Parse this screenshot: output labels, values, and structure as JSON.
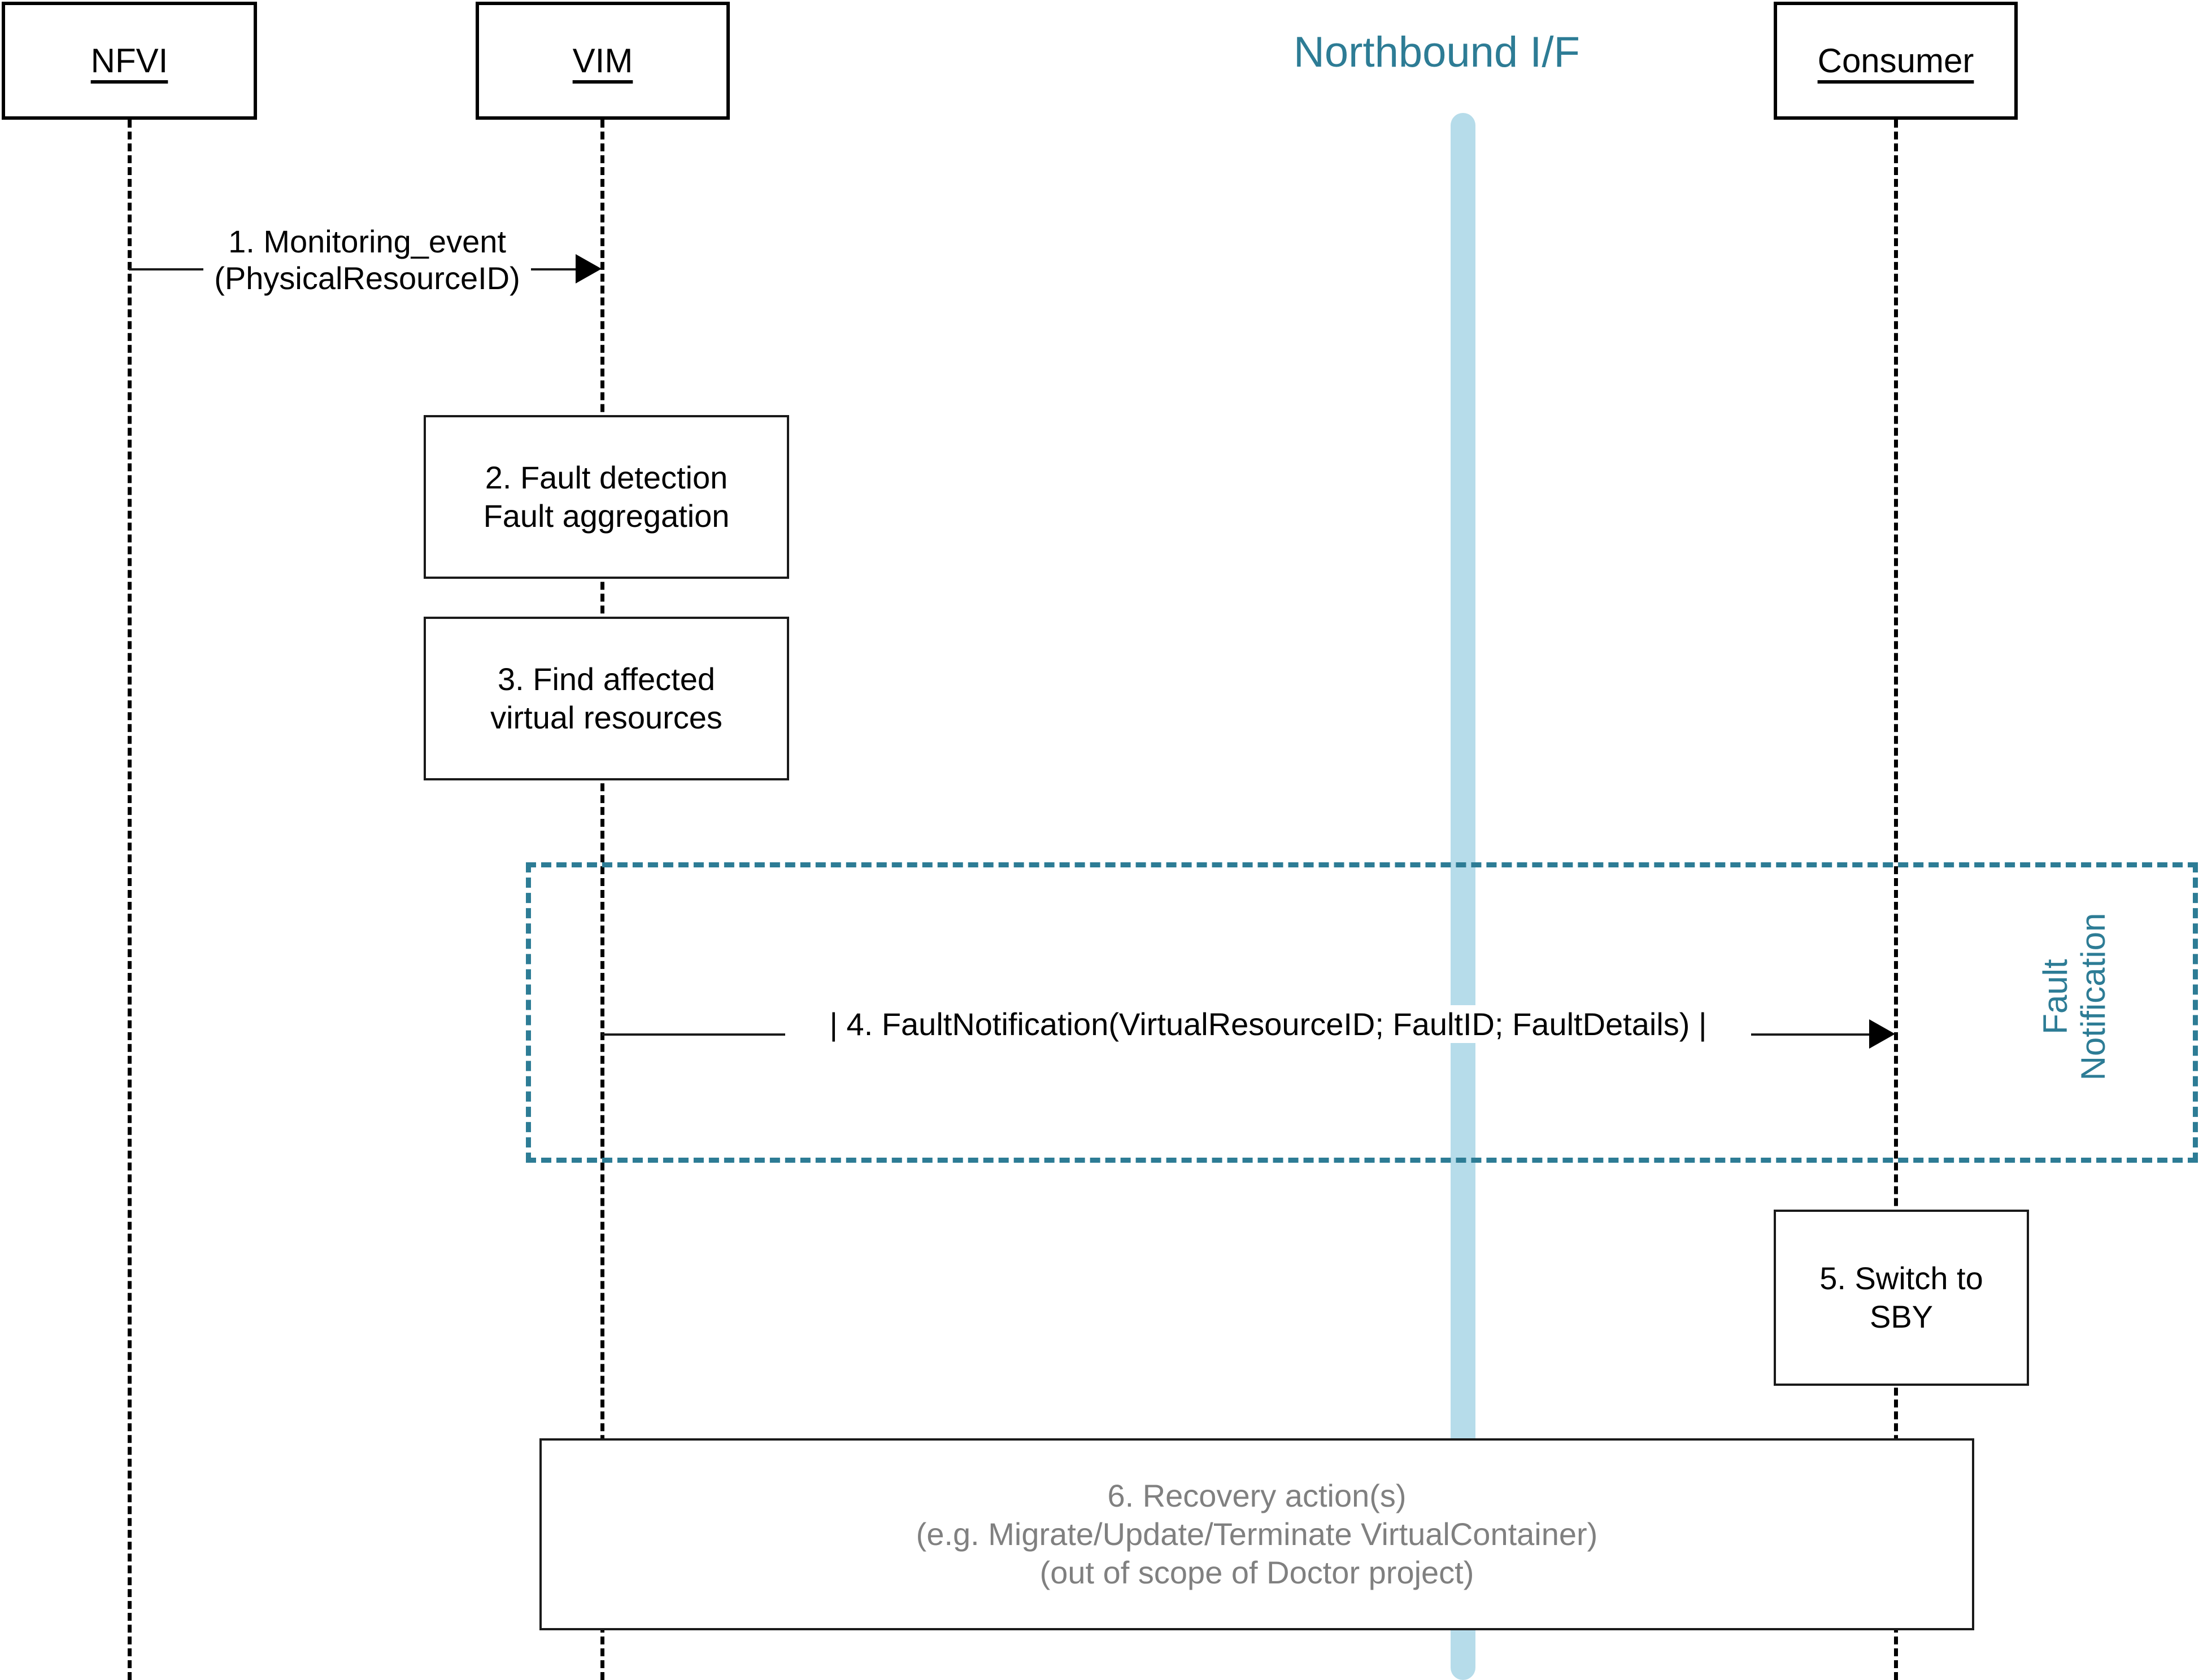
{
  "diagram": {
    "title": "Doctor fault management sequence",
    "accent_teal": "#2d7c95",
    "accent_light_blue": "#b6dcea",
    "muted_gray": "#808080"
  },
  "participants": [
    {
      "id": "nfvi",
      "label": "NFVI"
    },
    {
      "id": "vim",
      "label": "VIM"
    },
    {
      "id": "consumer",
      "label": "Consumer"
    }
  ],
  "interface": {
    "label": "Northbound I/F"
  },
  "messages": [
    {
      "id": "msg1",
      "from": "nfvi",
      "to": "vim",
      "line1": "1. Monitoring_event",
      "line2": "(PhysicalResourceID)"
    },
    {
      "id": "msg4",
      "from": "vim",
      "to": "consumer",
      "line1": "| 4. FaultNotification(VirtualResourceID; FaultID; FaultDetails) |"
    }
  ],
  "process_boxes": [
    {
      "id": "step2",
      "owner": "vim",
      "lines": [
        "2. Fault detection",
        "Fault aggregation"
      ]
    },
    {
      "id": "step3",
      "owner": "vim",
      "lines": [
        "3. Find affected",
        "virtual resources"
      ]
    },
    {
      "id": "step5",
      "owner": "consumer",
      "lines": [
        "5. Switch to",
        "SBY"
      ]
    },
    {
      "id": "step6",
      "owner": "span",
      "muted": true,
      "lines": [
        "6. Recovery action(s)",
        "(e.g. Migrate/Update/Terminate VirtualContainer)",
        "(out of scope of Doctor project)"
      ]
    }
  ],
  "fragment": {
    "id": "fault-notification-fragment",
    "label_line1": "Fault",
    "label_line2": "Notification",
    "label_full": "Fault\nNotification"
  }
}
